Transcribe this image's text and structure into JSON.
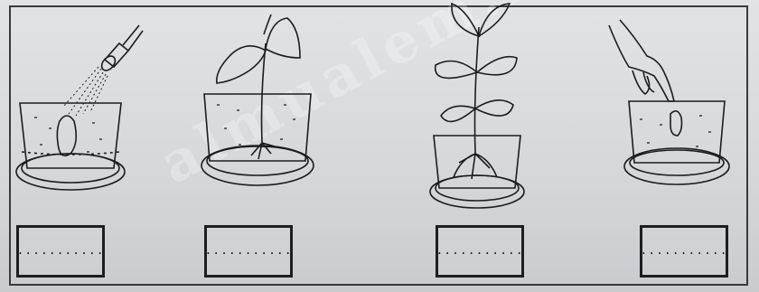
{
  "watermark": "almualem.net",
  "stages": [
    {
      "name": "seed-watering",
      "blank": "..........."
    },
    {
      "name": "seedling",
      "blank": "..........."
    },
    {
      "name": "grown-plant",
      "blank": "..........."
    },
    {
      "name": "seed-planting",
      "blank": "..........."
    }
  ]
}
